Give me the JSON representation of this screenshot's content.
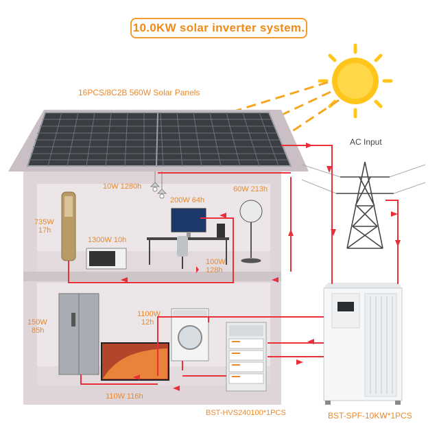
{
  "title": "10.0KW solar inverter system.",
  "panels_label": "16PCS/8C2B 560W Solar Panels",
  "ac_input_label": "AC Input",
  "appliances": {
    "light": "10W 1280h",
    "computer": "200W 64h",
    "fan": "60W 213h",
    "tower_ac_watt": "735W",
    "tower_ac_hours": "17h",
    "microwave": "1300W 10h",
    "speaker_watt": "100W",
    "speaker_hours": "128h",
    "washer_watt": "1100W",
    "washer_hours": "12h",
    "fridge_watt": "150W",
    "fridge_hours": "85h",
    "tv": "110W 116h"
  },
  "battery_label": "BST-HVS240100*1PCS",
  "inverter_label": "BST-SPF-10KW*1PCS",
  "colors": {
    "accent": "#e8892a",
    "wire": "#e8303a",
    "house": "#d9cfd3",
    "panel": "#2b2e33"
  }
}
